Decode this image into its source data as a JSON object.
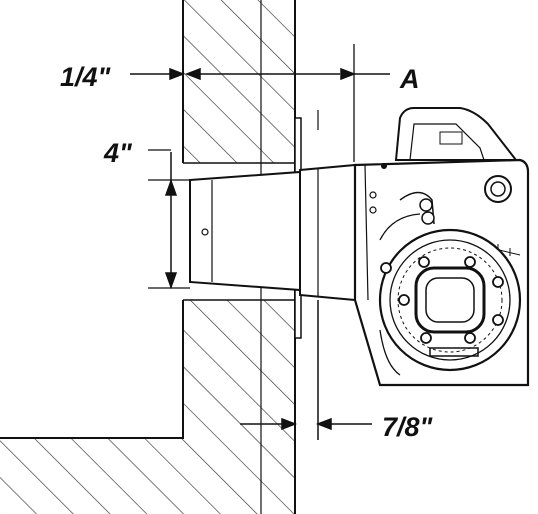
{
  "labels": {
    "wall_gap": "1/4\"",
    "dimension_a": "A",
    "tube_diameter": "4\"",
    "flange_offset": "7/8\""
  },
  "colors": {
    "line": "#111111",
    "hatch": "#333333",
    "background": "#ffffff"
  }
}
